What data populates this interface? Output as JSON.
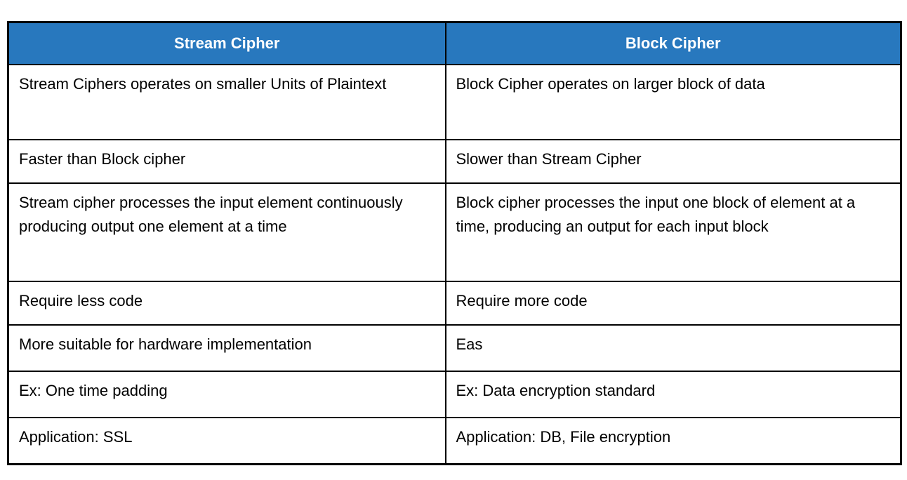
{
  "table": {
    "title": "Stream Cipher vs Block Cipher comparison",
    "colors": {
      "header_bg": "#2878BE",
      "header_text": "#FFFFFF",
      "border": "#000000",
      "body_text": "#000000"
    },
    "headers": {
      "stream": "Stream Cipher",
      "block": "Block Cipher"
    },
    "rows": [
      {
        "stream": "Stream Ciphers operates on smaller Units of Plaintext",
        "block": "Block Cipher operates on larger block of data"
      },
      {
        "stream": "Faster than Block cipher",
        "block": "Slower than Stream Cipher"
      },
      {
        "stream": "Stream cipher processes the input element continuously producing output one element at a time",
        "block": "Block cipher processes the input one block of element at a time, producing an output for each input block"
      },
      {
        "stream": "Require less code",
        "block": "Require more code"
      },
      {
        "stream": "More suitable for hardware implementation",
        "block": "Eas"
      },
      {
        "stream": "Ex: One time padding",
        "block": "Ex: Data encryption standard"
      },
      {
        "stream": "Application: SSL",
        "block": "Application: DB, File encryption"
      }
    ]
  }
}
